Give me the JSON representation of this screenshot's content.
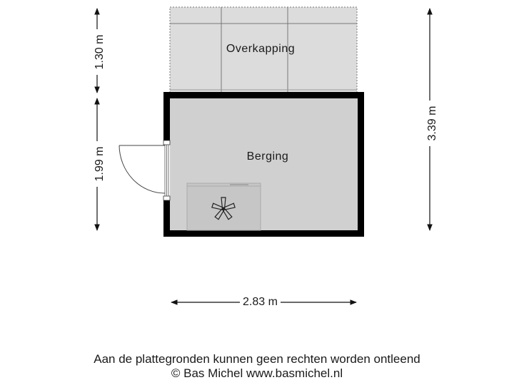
{
  "rooms": {
    "canopy": {
      "label": "Overkapping"
    },
    "storage": {
      "label": "Berging"
    }
  },
  "dimensions": {
    "canopy_depth": "1.30 m",
    "storage_depth": "1.99 m",
    "total_depth": "3.39 m",
    "width": "2.83 m"
  },
  "symbols": {
    "door": "door-swing-icon",
    "fan": "fan-icon"
  },
  "footer": {
    "disclaimer": "Aan de plattegronden kunnen geen rechten worden ontleend",
    "copyright": "© Bas Michel www.basmichel.nl"
  },
  "colors": {
    "wall": "#000000",
    "room_fill": "#d0d0d0",
    "canopy_fill": "#dcdcdc",
    "unit_fill": "#c6c6c6",
    "line": "#555555"
  }
}
